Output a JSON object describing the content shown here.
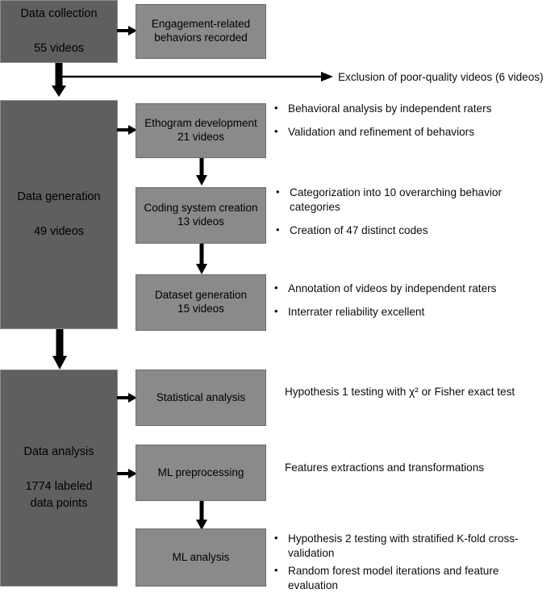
{
  "diagram": {
    "title": "Study workflow flowchart",
    "colors": {
      "stage_fill": "#5f5f5f",
      "step_fill": "#8a8a8a",
      "arrow": "#000000",
      "text": "#000000",
      "background": "#ffffff"
    }
  },
  "stages": [
    {
      "id": "data-collection",
      "line1": "Data collection",
      "line2": "55 videos"
    },
    {
      "id": "data-generation",
      "line1": "Data generation",
      "line2": "49 videos"
    },
    {
      "id": "data-analysis",
      "line1": "Data analysis",
      "line2": "1774 labeled",
      "line3": "data points"
    }
  ],
  "steps": [
    {
      "id": "engagement-behaviors",
      "line1": "Engagement-related",
      "line2": "behaviors recorded"
    },
    {
      "id": "ethogram-development",
      "line1": "Ethogram development",
      "line2": "21 videos"
    },
    {
      "id": "coding-system-creation",
      "line1": "Coding system creation",
      "line2": "13 videos"
    },
    {
      "id": "dataset-generation",
      "line1": "Dataset generation",
      "line2": "15 videos"
    },
    {
      "id": "statistical-analysis",
      "line1": "Statistical analysis",
      "line2": ""
    },
    {
      "id": "ml-preprocessing",
      "line1": "ML preprocessing",
      "line2": ""
    },
    {
      "id": "ml-analysis",
      "line1": "ML analysis",
      "line2": ""
    }
  ],
  "annotations": {
    "exclusion": "Exclusion of poor-quality videos (6 videos)",
    "ethogram_bullets": [
      "Behavioral analysis by independent raters",
      "Validation and refinement of behaviors"
    ],
    "coding_bullets": [
      "Categorization into 10 overarching behavior categories",
      "Creation of 47 distinct codes"
    ],
    "dataset_bullets": [
      "Annotation of videos by independent raters",
      "Interrater reliability excellent"
    ],
    "statistical_text": "Hypothesis 1 testing with χ² or Fisher exact test",
    "ml_preprocessing_text": "Features extractions and transformations",
    "ml_analysis_bullets": [
      "Hypothesis 2 testing with stratified K-fold cross-validation",
      "Random forest model iterations and feature evaluation"
    ],
    "bullet_glyph": "•"
  }
}
